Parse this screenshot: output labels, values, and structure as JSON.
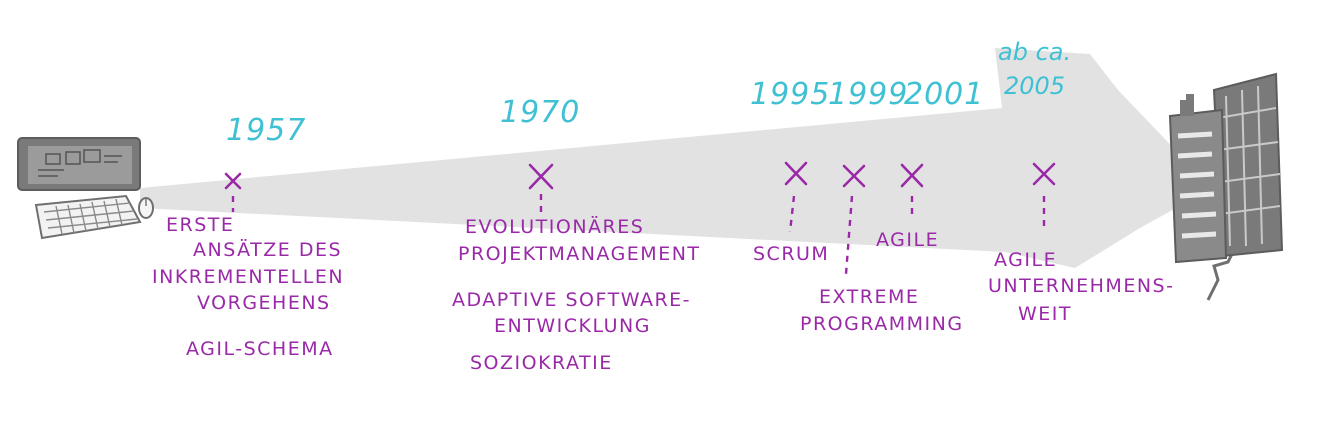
{
  "timeline": {
    "events": [
      {
        "id": "1957",
        "year": "1957",
        "lines": [
          "ERSTE",
          "ANSÄTZE DES",
          "INKREMENTELLEN",
          "VORGEHENS",
          "AGIL-SCHEMA"
        ]
      },
      {
        "id": "1970",
        "year": "1970",
        "lines": [
          "EVOLUTIONÄRES",
          "PROJEKTMANAGEMENT",
          "ADAPTIVE SOFTWARE-",
          "ENTWICKLUNG",
          "SOZIOKRATIE"
        ]
      },
      {
        "id": "1995",
        "year": "1995",
        "lines": [
          "SCRUM"
        ]
      },
      {
        "id": "1999",
        "year": "1999",
        "lines": [
          "EXTREME",
          "PROGRAMMING"
        ]
      },
      {
        "id": "2001",
        "year": "2001",
        "lines": [
          "AGILE"
        ]
      },
      {
        "id": "2005",
        "year_lines": [
          "ab ca.",
          "2005"
        ],
        "lines": [
          "AGILE",
          "UNTERNEHMENS-",
          "WEIT"
        ]
      }
    ]
  },
  "colors": {
    "arrow": "#e2e2e2",
    "year": "#3fc1d3",
    "label": "#9a29a8",
    "icons": "#6f6f6f"
  },
  "icons": {
    "start": "computer-icon",
    "end": "office-building-icon"
  }
}
